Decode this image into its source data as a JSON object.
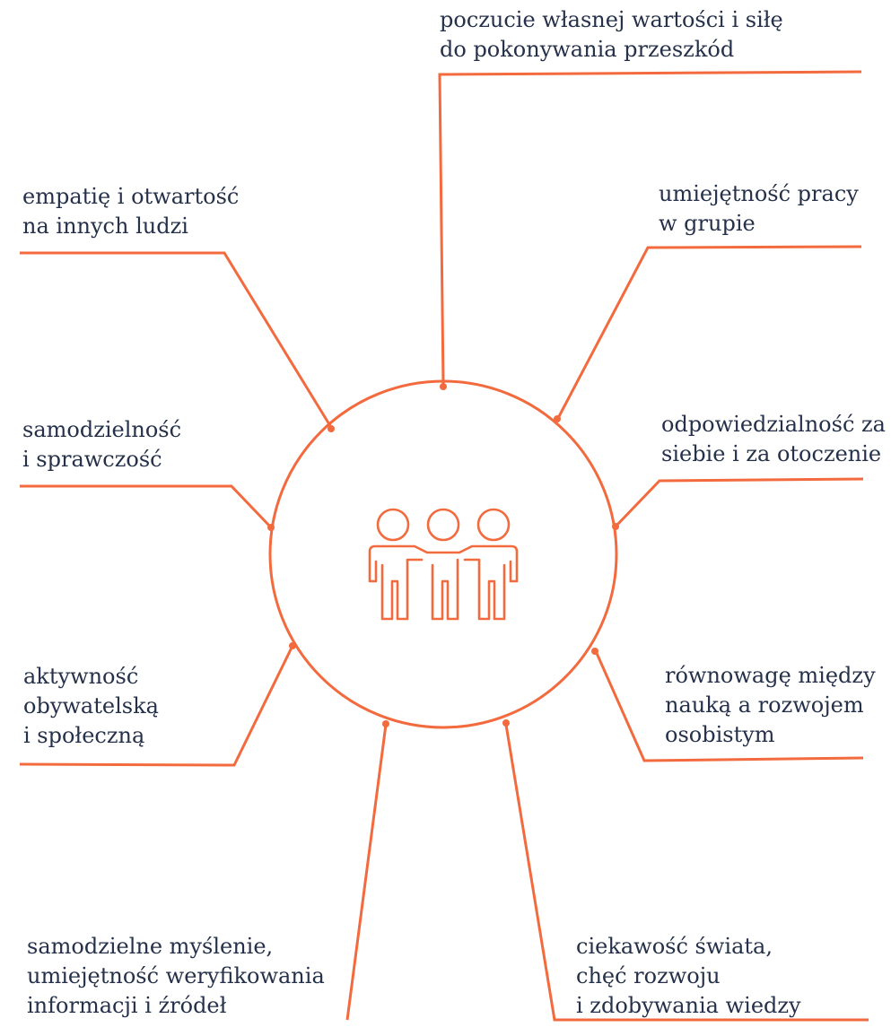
{
  "colors": {
    "accent": "#f26a3d",
    "text": "#25314a",
    "background": "#ffffff"
  },
  "center": {
    "icon": "three-people-icon"
  },
  "labels": {
    "self_worth": "poczucie własnej wartości i siłę\ndo pokonywania przeszkód",
    "teamwork": "umiejętność pracy\nw grupie",
    "empathy": "empatię i otwartość\nna innych ludzi",
    "independence": "samodzielność\ni sprawczość",
    "responsibility": "odpowiedzialność za\nsiebie i za otoczenie",
    "civic": "aktywność\nobywatelską\ni społeczną",
    "balance": "równowagę między\nnauką a rozwojem\nosobistym",
    "critical_thinking": "samodzielne myślenie,\numiejętność weryfikowania\ninformacji i źródeł",
    "curiosity": "ciekawość świata,\nchęć rozwoju\ni zdobywania wiedzy"
  }
}
